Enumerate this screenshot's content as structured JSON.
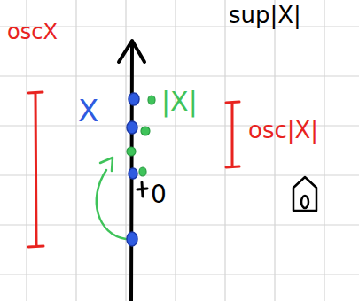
{
  "diagram": {
    "labels": [
      "oscX",
      "sup|X|",
      "X",
      "|X|",
      "osc|X|",
      "0"
    ]
  }
}
